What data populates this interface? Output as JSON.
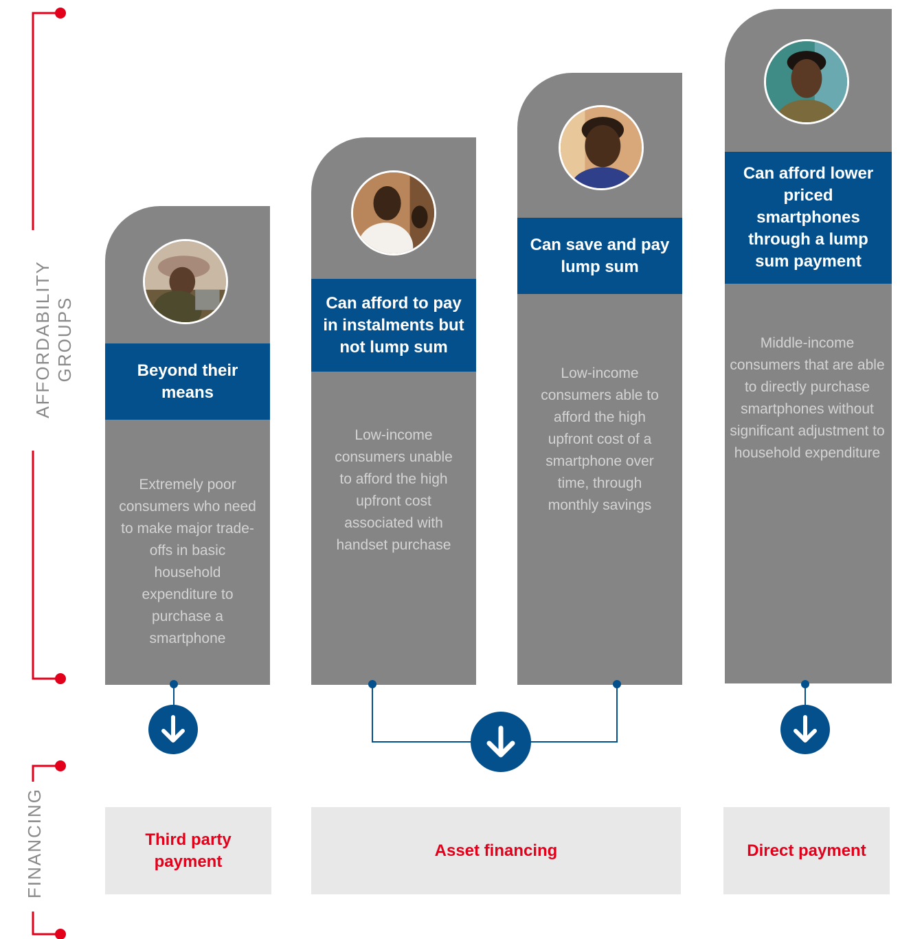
{
  "side_labels": {
    "affordability_line1": "AFFORDABILITY",
    "affordability_line2": "GROUPS",
    "financing": "FINANCING"
  },
  "groups": [
    {
      "title": "Beyond their means",
      "description": "Extremely poor consumers who need to make major trade-offs in basic household expenditure to purchase a smartphone"
    },
    {
      "title": "Can afford to pay in instalments but not lump sum",
      "description": "Low-income consumers unable to afford the high upfront cost associated with handset purchase"
    },
    {
      "title": "Can save and pay lump sum",
      "description": "Low-income consumers able to afford the high upfront cost of a smartphone over time, through monthly savings"
    },
    {
      "title": "Can afford lower priced smartphones through a lump sum payment",
      "description": "Middle-income consumers that are able to directly purchase smartphones without significant adjustment to household expenditure"
    }
  ],
  "financing": [
    {
      "label": "Third party payment"
    },
    {
      "label": "Asset financing"
    },
    {
      "label": "Direct payment"
    }
  ],
  "colors": {
    "column_gray": "#858585",
    "band_blue": "#04508c",
    "accent_red": "#e2001a",
    "financing_bg": "#e8e8e8"
  }
}
